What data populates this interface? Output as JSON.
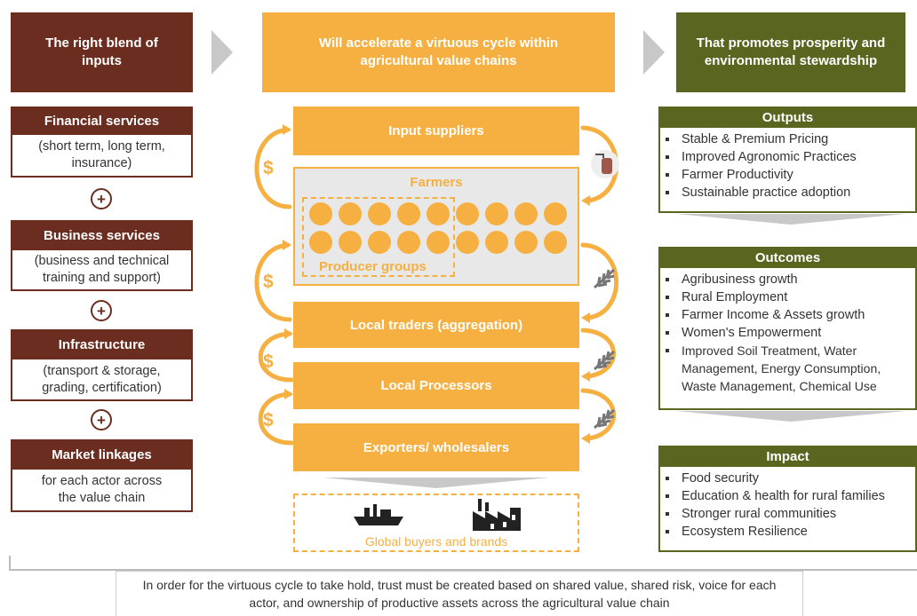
{
  "headers": {
    "left": "The right blend of inputs",
    "center": "Will accelerate a virtuous cycle within agricultural value chains",
    "right": "That promotes prosperity and environmental stewardship"
  },
  "inputs": [
    {
      "title": "Financial services",
      "desc": "(short term, long term, insurance)"
    },
    {
      "title": "Business services",
      "desc": "(business and technical training and support)"
    },
    {
      "title": "Infrastructure",
      "desc": "(transport & storage, grading, certification)"
    },
    {
      "title": "Market linkages",
      "desc": "for each actor across the value chain"
    }
  ],
  "plus_symbol": "+",
  "chain": {
    "input_suppliers": "Input suppliers",
    "farmers": "Farmers",
    "producer_groups": "Producer groups",
    "local_traders": "Local traders (aggregation)",
    "local_processors": "Local Processors",
    "exporters": "Exporters/ wholesalers",
    "global_buyers": "Global buyers and brands",
    "dollar": "$"
  },
  "outputs": {
    "title": "Outputs",
    "items": [
      "Stable & Premium Pricing",
      "Improved Agronomic Practices",
      "Farmer Productivity",
      "Sustainable practice adoption"
    ]
  },
  "outcomes": {
    "title": "Outcomes",
    "items": [
      "Agribusiness growth",
      "Rural Employment",
      "Farmer Income & Assets growth",
      "Women's Empowerment",
      "Improved Soil Treatment, Water Management, Energy Consumption, Waste Management, Chemical Use"
    ]
  },
  "impact": {
    "title": "Impact",
    "items": [
      "Food security",
      "Education & health for rural families",
      "Stronger rural communities",
      "Ecosystem Resilience"
    ]
  },
  "footer": "In order for the virtuous cycle to take hold, trust must be created based on shared value, shared risk, voice for each actor, and ownership of productive assets across the agricultural value chain",
  "colors": {
    "brown": "#6b2d20",
    "orange": "#f6b042",
    "olive": "#5a651f",
    "grey": "#e8e8e8"
  },
  "icons": [
    "sprayer-icon",
    "wheat-icon",
    "ship-icon",
    "factory-icon"
  ]
}
